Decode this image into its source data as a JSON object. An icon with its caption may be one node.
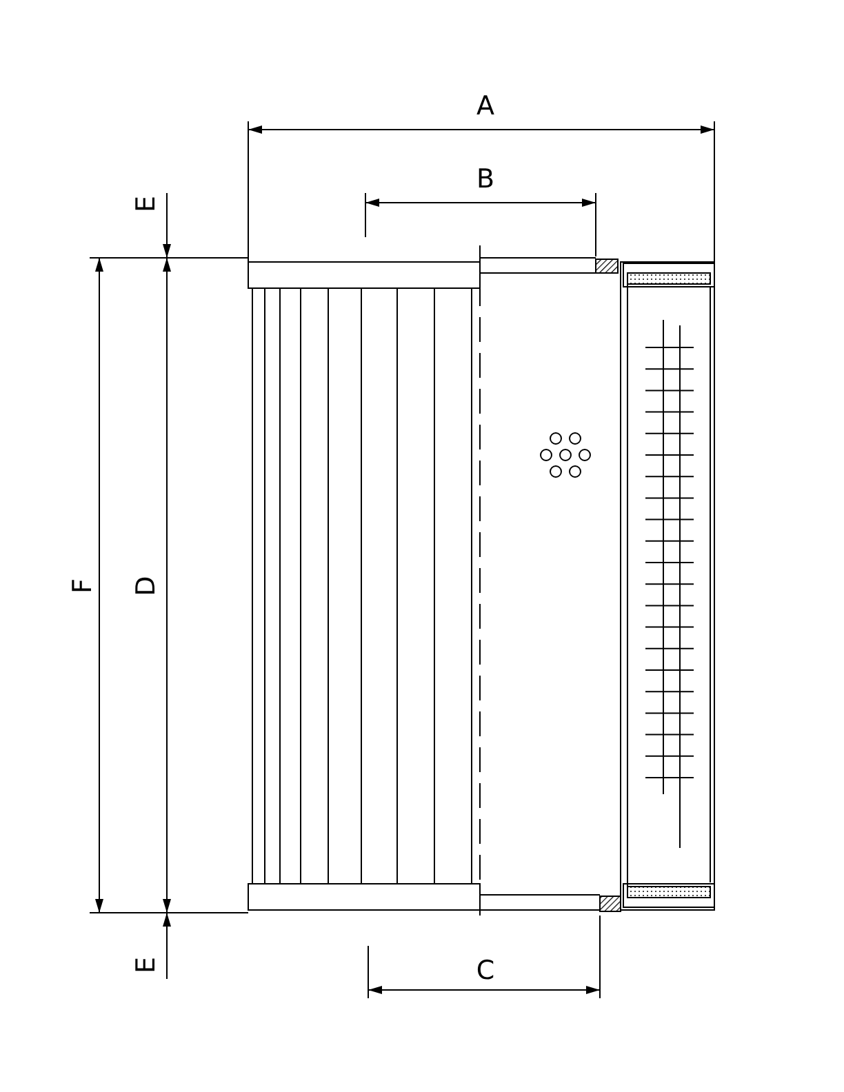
{
  "diagram": {
    "labels": [
      "A",
      "B",
      "E",
      "F",
      "D",
      "E",
      "C"
    ]
  }
}
